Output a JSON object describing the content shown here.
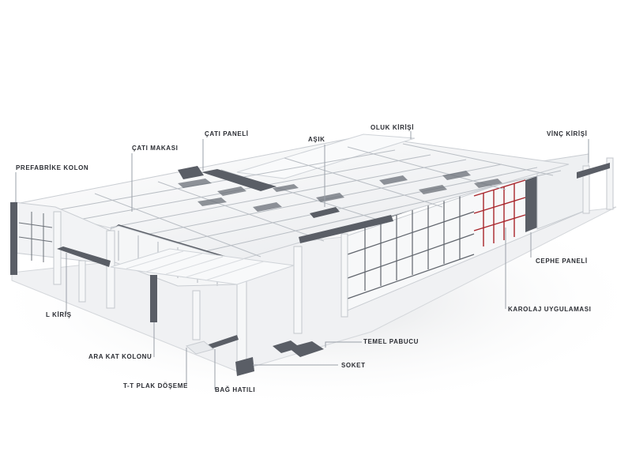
{
  "labels": {
    "prefabrike_kolon": "PREFABRİKE KOLON",
    "cati_makasi": "ÇATI MAKASI",
    "cati_paneli": "ÇATI PANELİ",
    "asik": "AŞIK",
    "oluk_kirisi": "OLUK KİRİŞİ",
    "vinc_kirisi": "VİNÇ KİRİŞİ",
    "cephe_paneli": "CEPHE PANELİ",
    "karolaj_uygulamasi": "KAROLAJ UYGULAMASI",
    "temel_pabucu": "TEMEL PABUCU",
    "soket": "SOKET",
    "bag_hatili": "BAĞ HATILI",
    "tt_plak_doseme": "T-T PLAK DÖŞEME",
    "ara_kat_kolonu": "ARA KAT KOLONU",
    "l_kiris": "L KİRİŞ"
  },
  "colors": {
    "structure": "#f3f4f5",
    "structure_edge": "#c9cdd2",
    "highlight": "#5a5e66",
    "karolaj": "#a8242a",
    "leader": "#9aa0a8",
    "text": "#2b2d33"
  }
}
